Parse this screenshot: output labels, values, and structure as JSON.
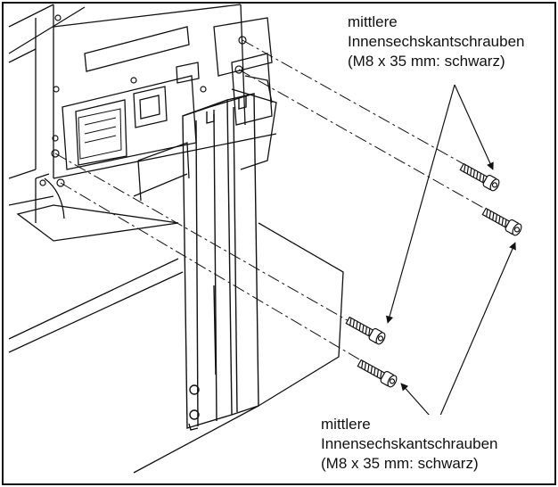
{
  "callouts": {
    "top": {
      "line1": "mittlere",
      "line2": "Innensechskantschrauben",
      "line3": "(M8 x 35 mm: schwarz)"
    },
    "bottom": {
      "line1": "mittlere",
      "line2": "Innensechskantschrauben",
      "line3": "(M8 x 35 mm: schwarz)"
    }
  },
  "colors": {
    "line": "#111111",
    "background": "#ffffff"
  },
  "screw_count": 4
}
